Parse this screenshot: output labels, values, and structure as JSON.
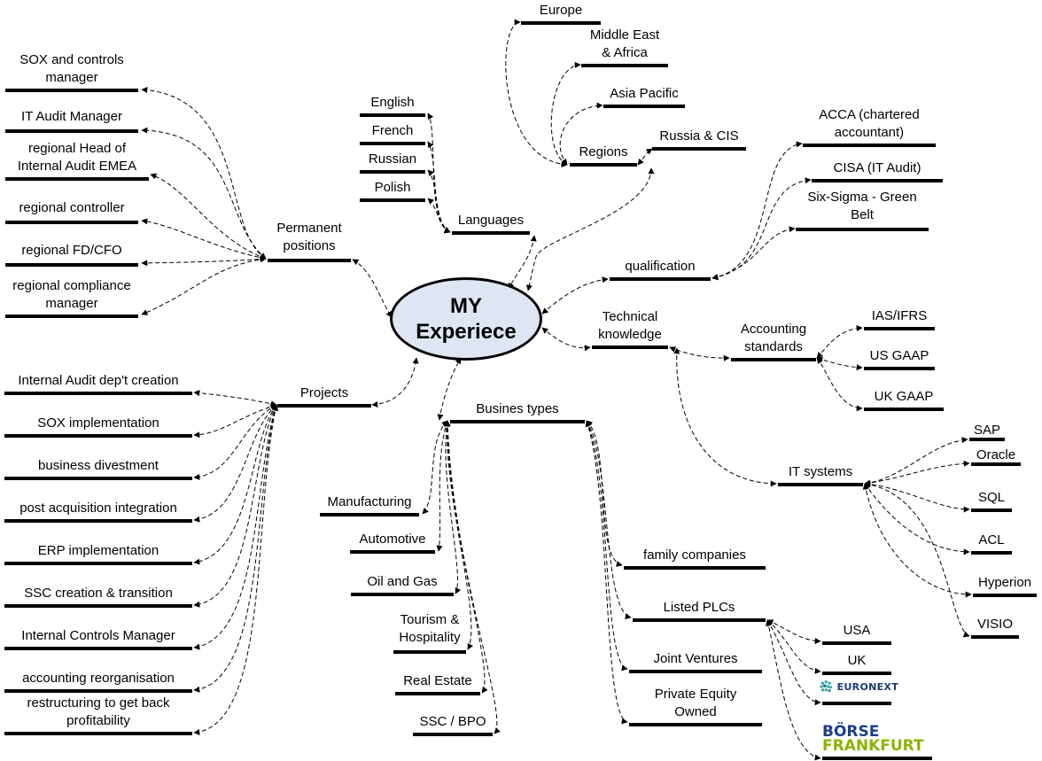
{
  "center": {
    "text": "MY\nExperiece"
  },
  "nodes": {
    "permanent_positions": "Permanent\npositions",
    "sox_manager": "SOX and controls\nmanager",
    "it_audit_manager": "IT Audit Manager",
    "head_internal_audit": "regional Head of\nInternal Audit EMEA",
    "regional_controller": "regional controller",
    "regional_fd_cfo": "regional FD/CFO",
    "regional_compliance": "regional compliance\nmanager",
    "languages": "Languages",
    "english": "English",
    "french": "French",
    "russian": "Russian",
    "polish": "Polish",
    "regions": "Regions",
    "europe": "Europe",
    "middle_east": "Middle East\n& Africa",
    "asia_pacific": "Asia Pacific",
    "russia_cis": "Russia & CIS",
    "qualification": "qualification",
    "acca": "ACCA (chartered\naccountant)",
    "cisa": "CISA (IT Audit)",
    "six_sigma": "Six-Sigma - Green\nBelt",
    "technical_knowledge": "Technical\nknowledge",
    "accounting_standards": "Accounting\nstandards",
    "ias_ifrs": "IAS/IFRS",
    "us_gaap": "US GAAP",
    "uk_gaap": "UK GAAP",
    "it_systems": "IT systems",
    "sap": "SAP",
    "oracle": "Oracle",
    "sql": "SQL",
    "acl": "ACL",
    "hyperion": "Hyperion",
    "visio": "VISIO",
    "projects": "Projects",
    "ia_creation": "Internal Audit dep't creation",
    "sox_impl": "SOX implementation",
    "divestment": "business divestment",
    "post_acq": "post acquisition integration",
    "erp_impl": "ERP implementation",
    "ssc_creation": "SSC creation & transition",
    "ic_manager": "Internal Controls Manager",
    "acc_reorg": "accounting reorganisation",
    "restructuring": "restructuring to get back\nprofitability",
    "business_types": "Busines types",
    "manufacturing": "Manufacturing",
    "automotive": "Automotive",
    "oil_gas": "Oil and Gas",
    "tourism": "Tourism &\nHospitality",
    "real_estate": "Real Estate",
    "ssc_bpo": "SSC / BPO",
    "family": "family companies",
    "listed_plcs": "Listed PLCs",
    "joint_ventures": "Joint Ventures",
    "private_equity": "Private Equity\nOwned",
    "usa": "USA",
    "uk": "UK",
    "euronext_bar": "",
    "borse_bar": ""
  },
  "logos": {
    "euronext": "EURONEXT",
    "borse_line1": "BÖRSE",
    "borse_line2": "FRANKFURT"
  },
  "colors": {
    "center_fill": "#dde6f2",
    "line": "#000000",
    "borse_blue": "#1f3c8c",
    "borse_green": "#8cb400",
    "euronext_blue": "#1a3a7a"
  }
}
